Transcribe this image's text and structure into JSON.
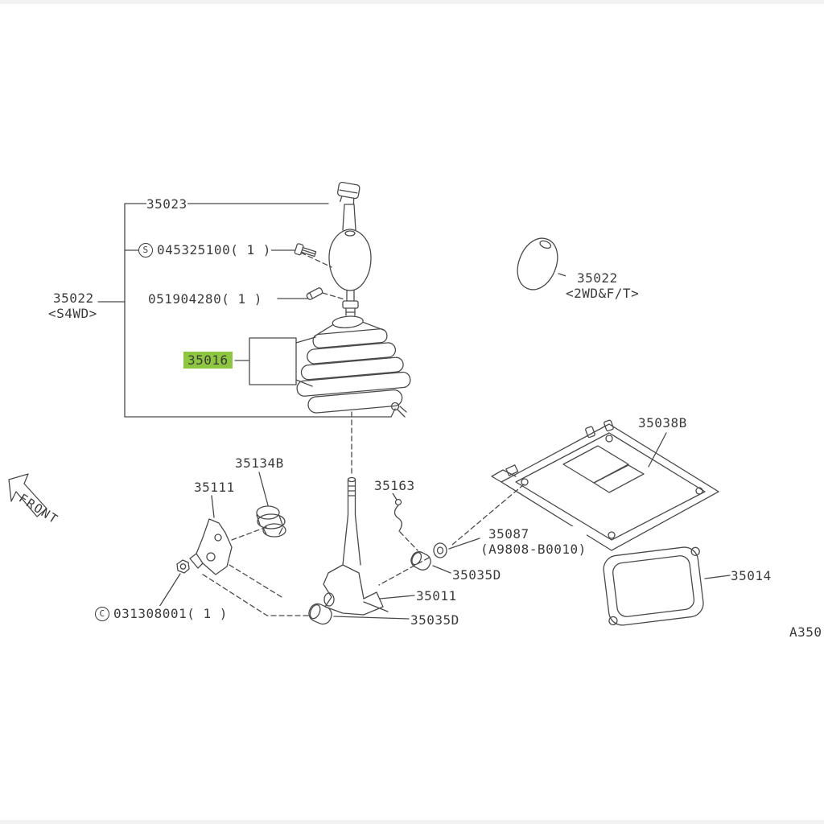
{
  "page": {
    "highlight_color": "#8dc63f",
    "line_color": "#4a4a4a",
    "text_color": "#3b3b3b",
    "front_indicator": "FRONT",
    "sheet_code": "A350"
  },
  "parts": {
    "knob_button": {
      "number": "35023"
    },
    "knob_screw": {
      "symbol": "S",
      "number": "045325100( 1 )"
    },
    "straight_pin": {
      "number": "051904280( 1 )"
    },
    "knob_assembly_s4wd": {
      "number": "35022",
      "variant": "<S4WD>"
    },
    "boot": {
      "number": "35016",
      "highlighted": true
    },
    "knob_2wd": {
      "number": "35022",
      "variant": "<2WD&F/T>"
    },
    "plate": {
      "number": "35038B"
    },
    "damper": {
      "number": "35134B"
    },
    "bracket": {
      "number": "35111"
    },
    "snap_clip": {
      "number": "35163"
    },
    "bolt": {
      "number": "35087",
      "reference": "(A9808-B0010)"
    },
    "bushing_upper": {
      "number": "35035D"
    },
    "lever": {
      "number": "35011"
    },
    "bushing_lower": {
      "number": "35035D"
    },
    "lock_nut": {
      "symbol": "C",
      "number": "031308001( 1 )"
    },
    "gasket": {
      "number": "35014"
    }
  }
}
